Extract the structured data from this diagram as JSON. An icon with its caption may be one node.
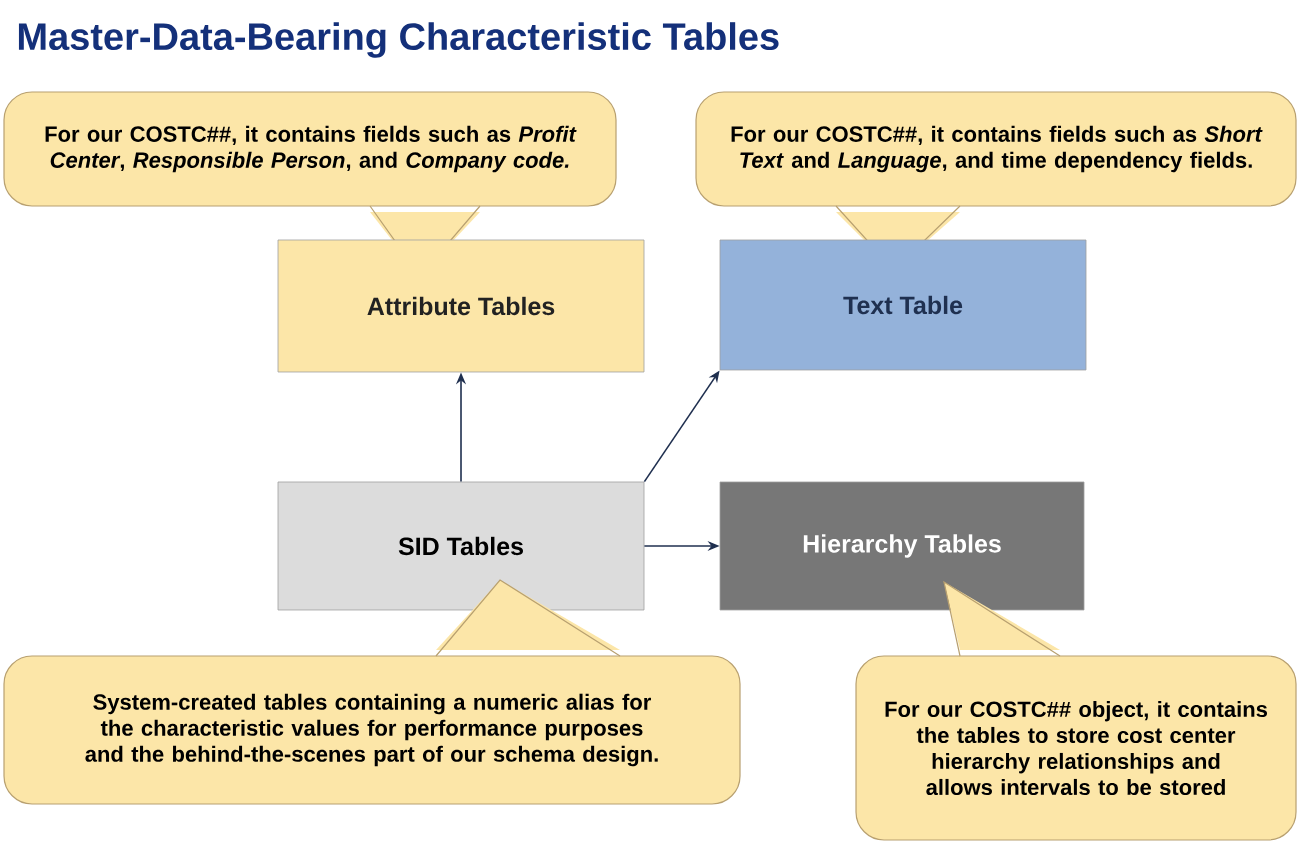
{
  "diagram": {
    "title": "Master-Data-Bearing Characteristic Tables",
    "nodes": [
      {
        "text": [
          "For our COSTC##, it contains fields such as *Profit Center*, *Responsible Person*, and *Company code.*"
        ]
      },
      {
        "text": [
          "For our COSTC##, it contains fields such as *Short Text* and *Language*, and time dependency fields."
        ]
      },
      {
        "text": [
          "Attribute Tables"
        ]
      },
      {
        "text": [
          "Text Table"
        ]
      },
      {
        "text": [
          "SID Tables"
        ]
      },
      {
        "text": [
          "Hierarchy Tables"
        ]
      },
      {
        "text": [
          "System-created tables containing a numeric alias for the characteristic values for performance purposes and the behind-the-scenes part of our schema design."
        ]
      },
      {
        "text": [
          "For our COSTC## object, it contains the tables to store cost center hierarchy relationships and allows intervals to be stored"
        ]
      }
    ],
    "edges": [
      {
        "from": 4,
        "to": 2,
        "arrow": "to"
      },
      {
        "from": 4,
        "to": 3,
        "arrow": "to"
      },
      {
        "from": 4,
        "to": 5,
        "arrow": "to"
      }
    ]
  }
}
